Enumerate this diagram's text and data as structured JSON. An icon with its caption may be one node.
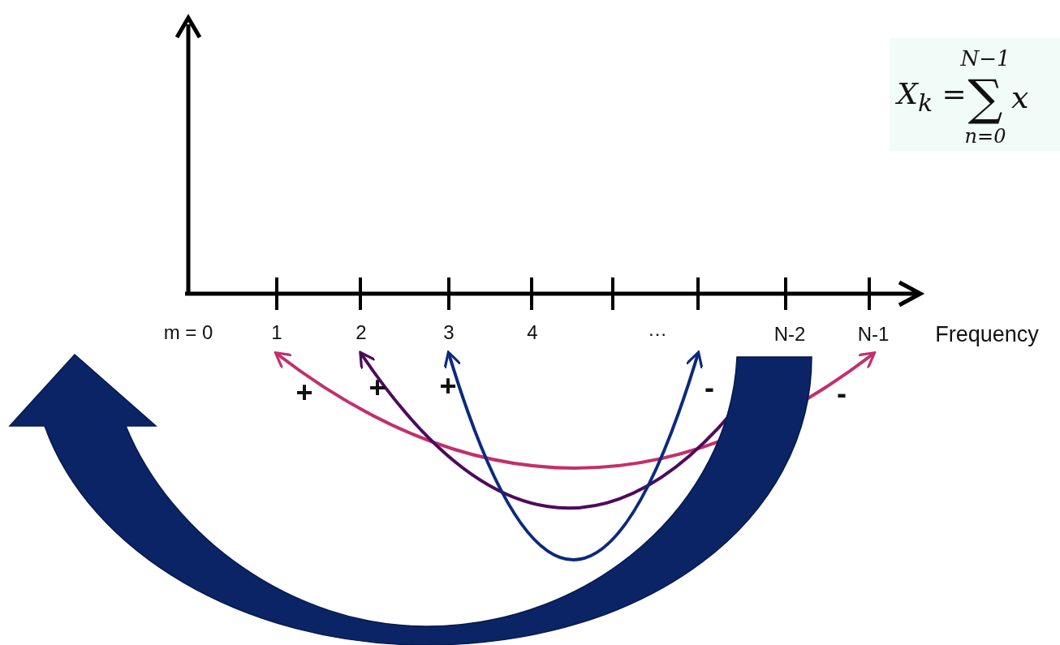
{
  "diagram": {
    "nodes": [
      {
        "text": [
          "m = 0"
        ]
      },
      {
        "text": [
          "1"
        ]
      },
      {
        "text": [
          "2"
        ]
      },
      {
        "text": [
          "3"
        ]
      },
      {
        "text": [],
        "shape": "bar"
      },
      {
        "text": [
          "N-2"
        ]
      },
      {
        "text": [
          "N-1"
        ]
      }
    ],
    "edges": [
      {
        "from": 1,
        "to": 6,
        "arrow": "both",
        "color": "#c2306b"
      },
      {
        "from": 5,
        "to": 2,
        "arrow": "to",
        "color": "#4d0b5c"
      },
      {
        "from": 3,
        "to": 4,
        "arrow": "both",
        "color": "#0c2a7c"
      },
      {
        "from": 5,
        "to": 0,
        "arrow": "to",
        "style": "thick",
        "color": "#0a2466"
      }
    ],
    "labels": [
      "N−1",
      "X$_{k}$ =",
      "∑",
      "x",
      "n=0",
      "4",
      "…",
      "Frequency",
      "+",
      "+",
      "+",
      "-",
      "-"
    ]
  }
}
